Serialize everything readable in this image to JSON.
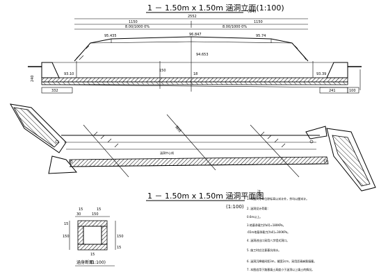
{
  "elevation": {
    "title": "1 － 1.50m x 1.50m 涵洞立面(1:100)",
    "scale_note": "(84)",
    "dims": {
      "total_length": "2552",
      "left_half": "1150",
      "right_half": "1150",
      "left_slope": "8.00/1000 0%",
      "right_slope": "8.00/1000 0%",
      "left_embank": "240",
      "left_footing": "332",
      "right_footing": "241",
      "right_bottom": "100"
    },
    "levels": {
      "left_shoulder": "95.435",
      "center_top": "96.847",
      "right_shoulder": "95.74",
      "center_mid": "94.653",
      "left_inlet": "93.10",
      "right_outlet": "93.39",
      "pipe_label": "150",
      "pipe_label_2": "18"
    }
  },
  "plan": {
    "title": "1 － 1.50m x 1.50m 涵洞平面图",
    "scale": "(1:100)",
    "road_label": "路线",
    "culvert_label": "涵洞中心线"
  },
  "section": {
    "title": "涵身断面",
    "scale": "(1:100)",
    "dims": {
      "top_a": "15",
      "top_b": "15",
      "top_c": "30",
      "top_d": "150",
      "side_a": "15",
      "side_b": "150",
      "side_c": "150",
      "side_d": "15",
      "base": "15"
    }
  },
  "notes": {
    "heading": "注",
    "items": [
      "1. 本图尺寸单位除标高以米计外，余均以厘米计。",
      "2. 涵洞设计荷载：",
      "0.6m以上。",
      "3.地基承载力[fa0]=180KPa。",
      ".65m地基承载力[fa0]=300KPa。",
      "4. 涵洞进出口采用八字墙式洞口。",
      "5. 施工时应注意基坑排水。",
      "6. 涵洞沉降缝间距3m，缝宽2cm，采用沥青麻絮填塞。",
      "7. 本图适用于路基填土高度小于涵顶以上填土的情况。"
    ]
  }
}
